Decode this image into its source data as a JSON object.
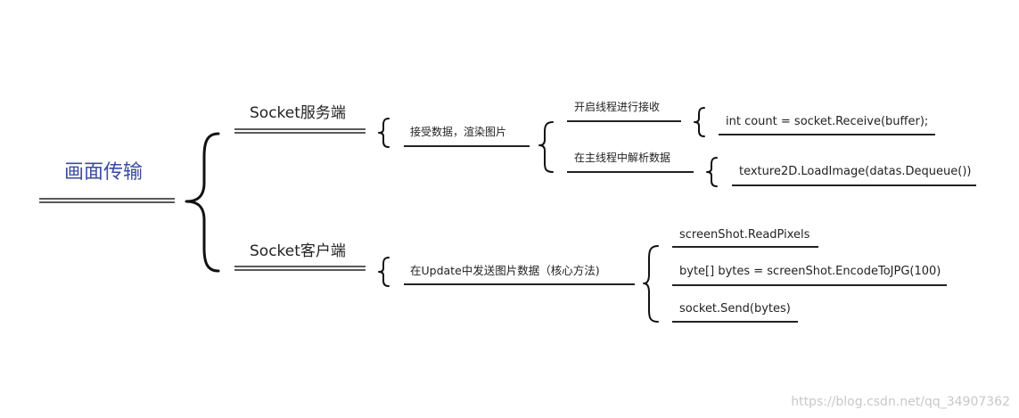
{
  "root": {
    "label": "画面传输"
  },
  "branches": [
    {
      "label": "Socket服务端",
      "child": {
        "label": "接受数据，渲染图片",
        "children": [
          {
            "label": "开启线程进行接收",
            "detail": "int count = socket.Receive(buffer);"
          },
          {
            "label": "在主线程中解析数据",
            "detail": "texture2D.LoadImage(datas.Dequeue())"
          }
        ]
      }
    },
    {
      "label": "Socket客户端",
      "child": {
        "label": "在Update中发送图片数据（核心方法)",
        "children": [
          {
            "label": "screenShot.ReadPixels"
          },
          {
            "label": "byte[] bytes = screenShot.EncodeToJPG(100)"
          },
          {
            "label": "socket.Send(bytes)"
          }
        ]
      }
    }
  ],
  "watermark": "https://blog.csdn.net/qq_34907362",
  "colors": {
    "root_text": "#3b4ba5",
    "lines": "#222222",
    "watermark": "#c8c8c8"
  }
}
